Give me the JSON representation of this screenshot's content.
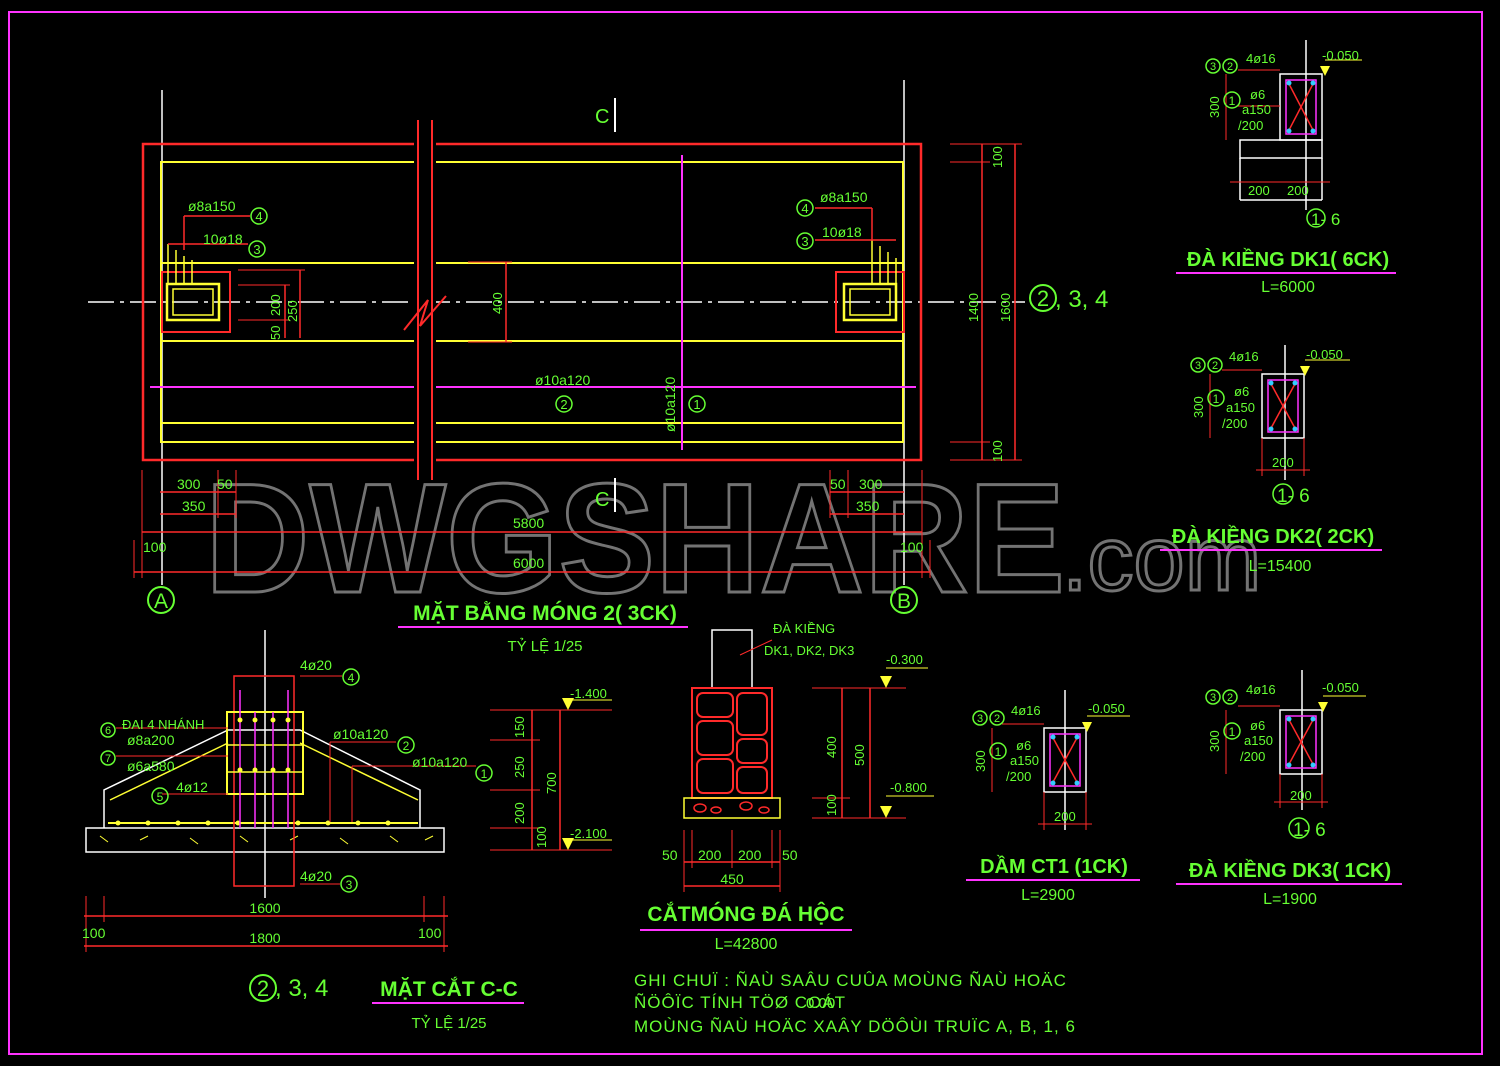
{
  "colors": {
    "background": "#000000",
    "frame": "#ff33ff",
    "concrete": "#ff2a2a",
    "rebar": "#ffff33",
    "text": "#66ff33",
    "magenta": "#ff33ff",
    "white": "#ffffff",
    "cyan": "#33ccff",
    "watermark": "#9a9a9a"
  },
  "watermark": {
    "main": "DWGSHARE",
    "suffix": ".com"
  },
  "plan": {
    "title": "MẶT BẰNG MÓNG 2( 3CK)",
    "scale": "TỶ LỆ 1/25",
    "section_mark_top": "C",
    "section_mark_bottom": "C",
    "left_labels": {
      "stirrup": "ø8a150",
      "stirrup_no": "4",
      "bars": "10ø18",
      "bars_no": "3"
    },
    "right_labels": {
      "stirrup": "ø8a150",
      "stirrup_no": "4",
      "bars": "10ø18",
      "bars_no": "3"
    },
    "mid_rebar": {
      "label": "ø10a120",
      "no": "2"
    },
    "vert_rebar": {
      "label": "ø10a120",
      "no": "1"
    },
    "dim_400": "400",
    "left_dims": {
      "d50": "50",
      "d200": "200",
      "d250": "250"
    },
    "bottom_dims": {
      "l300": "300",
      "l50": "50",
      "l350": "350",
      "r50": "50",
      "r300": "300",
      "r350": "350",
      "span_inner": "5800",
      "span_outer": "6000",
      "edge_left": "100",
      "edge_right": "100"
    },
    "right_dims": {
      "top": "100",
      "mid": "1400",
      "bottom": "100",
      "total": "1600"
    },
    "axis_left": "A",
    "axis_right": "B",
    "axis_side": {
      "bubble": "2",
      "text": ", 3, 4"
    }
  },
  "section_cc": {
    "title": "MẶT CẮT C-C",
    "scale": "TỶ LỆ 1/25",
    "labels": [
      {
        "no": "4",
        "text": "4ø20"
      },
      {
        "no": "6",
        "text": "ĐAI 4 NHÁNH"
      },
      {
        "no": "",
        "text": "ø8a200"
      },
      {
        "no": "7",
        "text": "ø6a580"
      },
      {
        "no": "5",
        "text": "4ø12"
      },
      {
        "no": "2",
        "text": "ø10a120"
      },
      {
        "no": "1",
        "text": "ø10a120"
      },
      {
        "no": "3",
        "text": "4ø20"
      }
    ],
    "levels": {
      "top": "-1.400",
      "bottom": "-2.100"
    },
    "vdims": [
      "150",
      "250",
      "200",
      "100",
      "700"
    ],
    "hdims": {
      "inner": "1600",
      "outer": "1800",
      "left": "100",
      "right": "100"
    },
    "axis": {
      "bubble": "2",
      "text": ", 3, 4"
    }
  },
  "stone_footing": {
    "title": "CẮTMÓNG ĐÁ HỘC",
    "length": "L=42800",
    "beam_label_1": "ĐÀ KIỀNG",
    "beam_label_2": "DK1, DK2, DK3",
    "levels": {
      "top": "-0.300",
      "bottom": "-0.800"
    },
    "vdims": {
      "h400": "400",
      "h500": "500",
      "h100": "100"
    },
    "hdims": {
      "a": "50",
      "b": "200",
      "c": "200",
      "d": "50",
      "total": "450"
    }
  },
  "beams": [
    {
      "id": "dk1",
      "title": "ĐÀ KIỀNG DK1( 6CK)",
      "length": "L=6000",
      "top_bar": "4ø16",
      "stirrup_1": "ø6",
      "stirrup_2": "a150",
      "stirrup_3": "/200",
      "height": "300",
      "level": "-0.050",
      "width_a": "200",
      "width_b": "200",
      "axis": "1- 6",
      "nos": [
        "3",
        "2",
        "1"
      ]
    },
    {
      "id": "dk2",
      "title": "ĐÀ KIỀNG DK2( 2CK)",
      "length": "L=15400",
      "top_bar": "4ø16",
      "stirrup_1": "ø6",
      "stirrup_2": "a150",
      "stirrup_3": "/200",
      "height": "300",
      "level": "-0.050",
      "width": "200",
      "axis": "1- 6",
      "nos": [
        "3",
        "2",
        "1"
      ]
    },
    {
      "id": "ct1",
      "title": "DẦM CT1 (1CK)",
      "length": "L=2900",
      "top_bar": "4ø16",
      "stirrup_1": "ø6",
      "stirrup_2": "a150",
      "stirrup_3": "/200",
      "height": "300",
      "level": "-0.050",
      "width": "200",
      "nos": [
        "3",
        "2",
        "1"
      ]
    },
    {
      "id": "dk3",
      "title": "ĐÀ KIỀNG DK3( 1CK)",
      "length": "L=1900",
      "top_bar": "4ø16",
      "stirrup_1": "ø6",
      "stirrup_2": "a150",
      "stirrup_3": "/200",
      "height": "300",
      "level": "-0.050",
      "width": "200",
      "axis": "1- 6",
      "nos": [
        "3",
        "2",
        "1"
      ]
    }
  ],
  "notes": {
    "line1": "GHI CHUÏ :  ÑAÙ SAÂU CUÛA MOÙNG ÑAÙ HOÄC",
    "line2": "ÑÖÔÏC TÍNH TÖØ COÁT",
    "line2_val": "0.00",
    "line3": "MOÙNG ÑAÙ HOÄC XAÂY DÖÔÙI TRUÏC A, B, 1, 6"
  }
}
